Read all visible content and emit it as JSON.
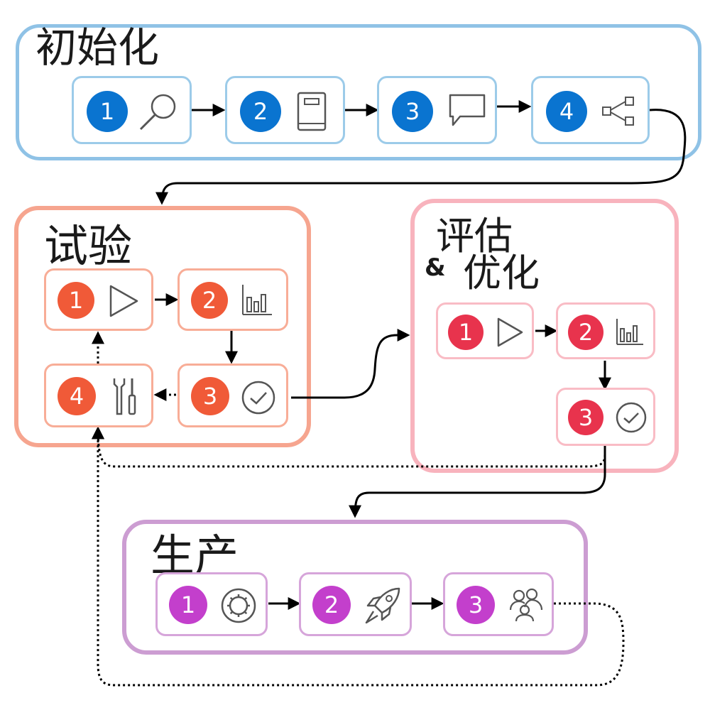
{
  "colors": {
    "blue": "#0a74d0",
    "blue_border": "#9ccbe9",
    "blue_panel": "#8fc2e6",
    "orange": "#f05a38",
    "orange_border": "#f8ad97",
    "orange_panel": "#f6a58f",
    "red": "#e8334d",
    "red_border": "#f9bcc5",
    "red_panel": "#f8b3bd",
    "purple": "#c33fcc",
    "purple_border": "#d6a5da",
    "purple_panel": "#cc9dd2"
  },
  "panels": {
    "init": {
      "title": "初始化",
      "steps": [
        {
          "num": "1",
          "icon": "search-icon"
        },
        {
          "num": "2",
          "icon": "book-icon"
        },
        {
          "num": "3",
          "icon": "chat-icon"
        },
        {
          "num": "4",
          "icon": "share-icon"
        }
      ]
    },
    "experiment": {
      "title": "试验",
      "steps": [
        {
          "num": "1",
          "icon": "play-icon"
        },
        {
          "num": "2",
          "icon": "bar-chart-icon"
        },
        {
          "num": "3",
          "icon": "check-circle-icon"
        },
        {
          "num": "4",
          "icon": "tools-icon"
        }
      ]
    },
    "evaluate": {
      "title_line1": "评估",
      "ampersand": "&",
      "title_line2": "优化",
      "steps": [
        {
          "num": "1",
          "icon": "play-icon"
        },
        {
          "num": "2",
          "icon": "bar-chart-icon"
        },
        {
          "num": "3",
          "icon": "check-circle-icon"
        }
      ]
    },
    "production": {
      "title": "生产",
      "steps": [
        {
          "num": "1",
          "icon": "gear-ring-icon"
        },
        {
          "num": "2",
          "icon": "rocket-icon"
        },
        {
          "num": "3",
          "icon": "people-icon"
        }
      ]
    }
  }
}
